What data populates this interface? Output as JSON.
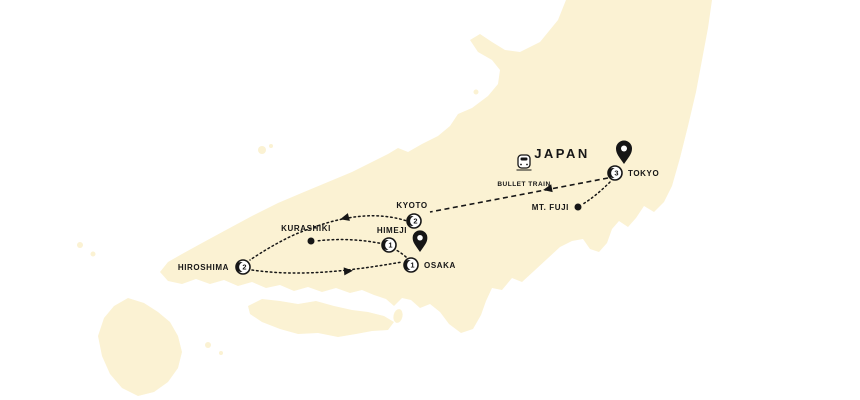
{
  "title": "JAPAN",
  "colors": {
    "background": "#ffffff",
    "land": "#fbf2d3",
    "route": "#161616"
  },
  "transport": {
    "label": "BULLET TRAIN"
  },
  "cities": [
    {
      "name": "TOKYO",
      "nights": "3",
      "marker": "overnight",
      "pin": "start"
    },
    {
      "name": "MT. FUJI",
      "marker": "stop"
    },
    {
      "name": "KYOTO",
      "nights": "2",
      "marker": "overnight"
    },
    {
      "name": "HIMEJI",
      "nights": "1",
      "marker": "overnight"
    },
    {
      "name": "OSAKA",
      "nights": "1",
      "marker": "overnight",
      "pin": "end"
    },
    {
      "name": "KURASHIKI",
      "marker": "stop"
    },
    {
      "name": "HIROSHIMA",
      "nights": "2",
      "marker": "overnight"
    }
  ],
  "routes": [
    {
      "from": "TOKYO",
      "to": "KYOTO",
      "mode": "bullet train",
      "style": "dashed"
    },
    {
      "from": "TOKYO",
      "to": "MT. FUJI",
      "style": "dotted"
    },
    {
      "from": "KYOTO",
      "to": "HIROSHIMA",
      "style": "dotted"
    },
    {
      "from": "HIROSHIMA",
      "to": "KURASHIKI",
      "style": "dotted"
    },
    {
      "from": "KURASHIKI",
      "to": "HIMEJI",
      "style": "dotted"
    },
    {
      "from": "HIMEJI",
      "to": "OSAKA",
      "style": "dotted"
    }
  ]
}
